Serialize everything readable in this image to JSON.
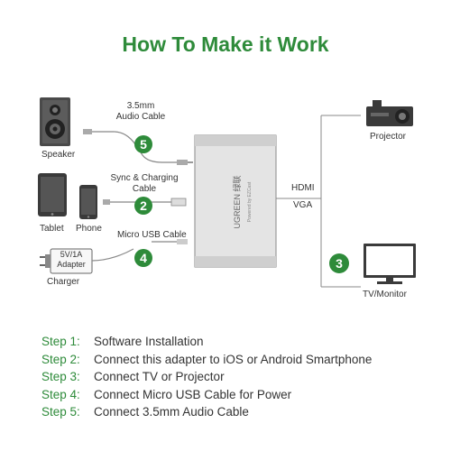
{
  "title": "How To Make it Work",
  "labels": {
    "speaker": "Speaker",
    "audio_cable": "3.5mm\nAudio Cable",
    "tablet": "Tablet",
    "phone": "Phone",
    "sync_cable": "Sync & Charging\nCable",
    "micro_usb": "Micro USB Cable",
    "adapter": "5V/1A\nAdapter",
    "charger": "Charger",
    "hdmi": "HDMI",
    "vga": "VGA",
    "projector": "Projector",
    "tv": "TV/Monitor",
    "brand": "UGREEN 绿联",
    "powered": "Powered by EZCast"
  },
  "badges": [
    "5",
    "2",
    "4",
    "3"
  ],
  "colors": {
    "accent": "#2e8b3a",
    "line": "#888888"
  },
  "steps": [
    {
      "label": "Step 1:",
      "text": "Software Installation"
    },
    {
      "label": "Step 2:",
      "text": "Connect this adapter to iOS or Android Smartphone"
    },
    {
      "label": "Step 3:",
      "text": "Connect TV or Projector"
    },
    {
      "label": "Step 4:",
      "text": "Connect Micro USB Cable for Power"
    },
    {
      "label": "Step 5:",
      "text": "Connect 3.5mm Audio Cable"
    }
  ]
}
